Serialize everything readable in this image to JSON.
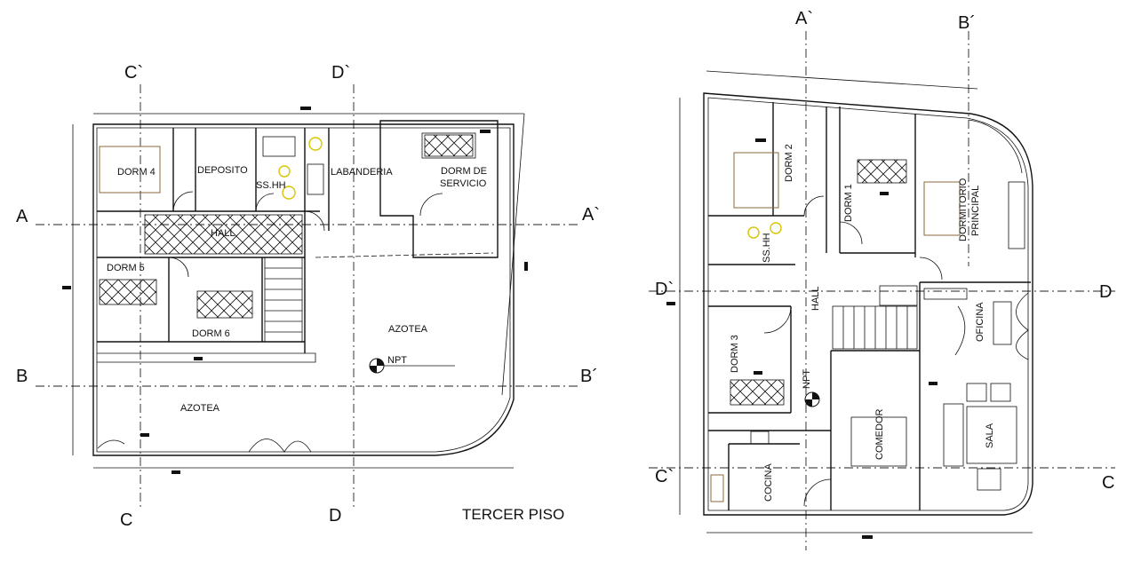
{
  "left_plan": {
    "grid_top": [
      "C`",
      "D`"
    ],
    "grid_bottom": [
      "C",
      "D"
    ],
    "grid_left": [
      "A",
      "B"
    ],
    "grid_right": [
      "A`",
      "B´"
    ],
    "rooms": {
      "dorm4": "DORM 4",
      "deposito": "DEPOSITO",
      "sshh": "SS.HH",
      "labanderia": "LABANDERIA",
      "dorm_servicio_1": "DORM DE",
      "dorm_servicio_2": "SERVICIO",
      "hall": "HALL",
      "dorm5": "DORM 5",
      "dorm6": "DORM 6",
      "azotea_right": "AZOTEA",
      "azotea_bottom": "AZOTEA",
      "npt": "NPT"
    },
    "title": "TERCER PISO"
  },
  "right_plan": {
    "grid_top": [
      "A`",
      "B´"
    ],
    "grid_left": [
      "D`",
      "C`"
    ],
    "grid_right": [
      "D",
      "C"
    ],
    "rooms": {
      "dorm2": "DORM 2",
      "dorm1": "DORM 1",
      "dormitorio_principal_1": "DORMITORIO",
      "dormitorio_principal_2": "PRINCIPAL",
      "sshh": "SS.HH",
      "hall": "HALL",
      "oficina": "OFICINA",
      "dorm3": "DORM 3",
      "npt": "NPT",
      "comedor": "COMEDOR",
      "sala": "SALA",
      "cocina": "COCINA"
    }
  },
  "colors": {
    "lines": "#111111",
    "furniture": "#8a6a3a",
    "sanitary": "#d8c400"
  }
}
